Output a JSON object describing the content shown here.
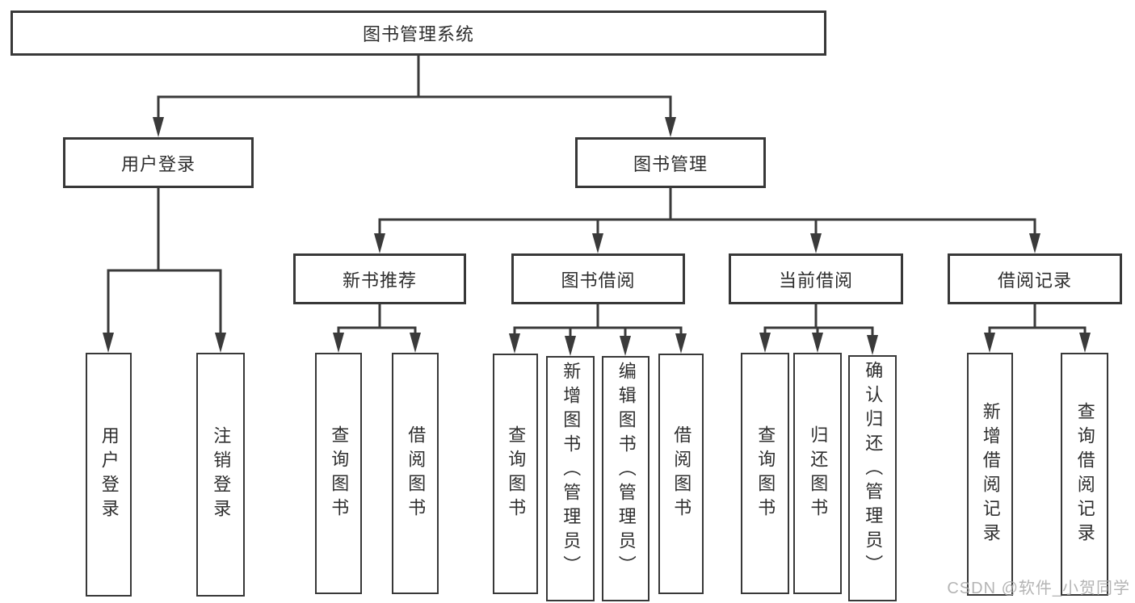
{
  "title": "图书管理系统",
  "level2": [
    {
      "label": "用户登录"
    },
    {
      "label": "图书管理"
    }
  ],
  "level3": [
    {
      "label": "新书推荐"
    },
    {
      "label": "图书借阅"
    },
    {
      "label": "当前借阅"
    },
    {
      "label": "借阅记录"
    }
  ],
  "leaves": [
    {
      "label": "用户登录"
    },
    {
      "label": "注销登录"
    },
    {
      "label": "查询图书"
    },
    {
      "label": "借阅图书"
    },
    {
      "label": "查询图书"
    },
    {
      "label": "新增图书（管理员）"
    },
    {
      "label": "编辑图书（管理员）"
    },
    {
      "label": "借阅图书"
    },
    {
      "label": "查询图书"
    },
    {
      "label": "归还图书"
    },
    {
      "label": "确认归还（管理员）"
    },
    {
      "label": "新增借阅记录"
    },
    {
      "label": "查询借阅记录"
    }
  ],
  "watermark": "CSDN @软件_小贺同学",
  "colors": {
    "line": "#3a3a3a",
    "border": "#383838",
    "text": "#2e2e2e",
    "watermark": "#a8a8a8"
  }
}
